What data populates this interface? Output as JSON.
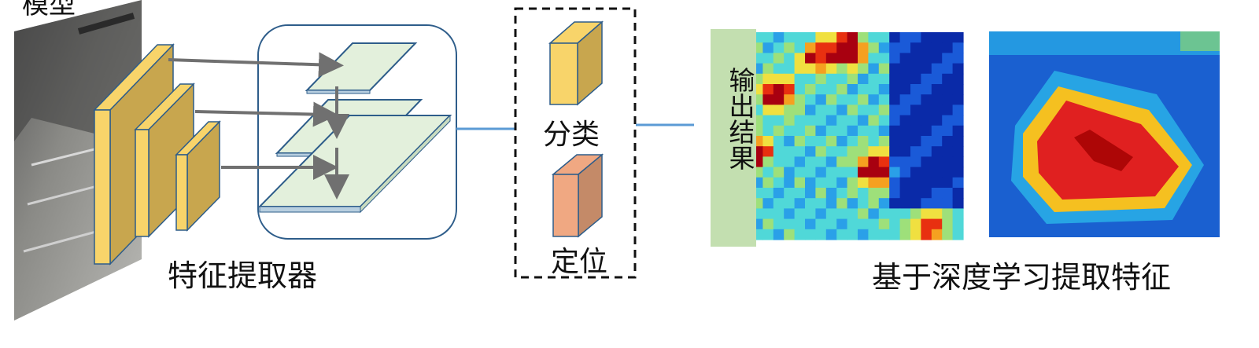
{
  "labels": {
    "feature_extractor": "特征提取器",
    "classification": "分类",
    "localization": "定位",
    "output_result": "输出结果",
    "deep_features": "基于深度学习提取特征",
    "top_fragment": "模型"
  },
  "colors": {
    "feature_block_front": "#f8d46a",
    "feature_block_side": "#c8a64e",
    "fpn_plane": "#e3f0dc",
    "fpn_plane_edge": "#2e5d8a",
    "arrow": "#707070",
    "connector": "#5b9bd5",
    "cls_cube_front": "#f8d46a",
    "loc_cube_front": "#f0a882",
    "output_box": "#c3dfb0"
  },
  "icons": {
    "input_image": "aerial-harbor-photo",
    "heatmap_grid": "coarse-heatmap",
    "heatmap_smooth": "smooth-heatmap"
  }
}
